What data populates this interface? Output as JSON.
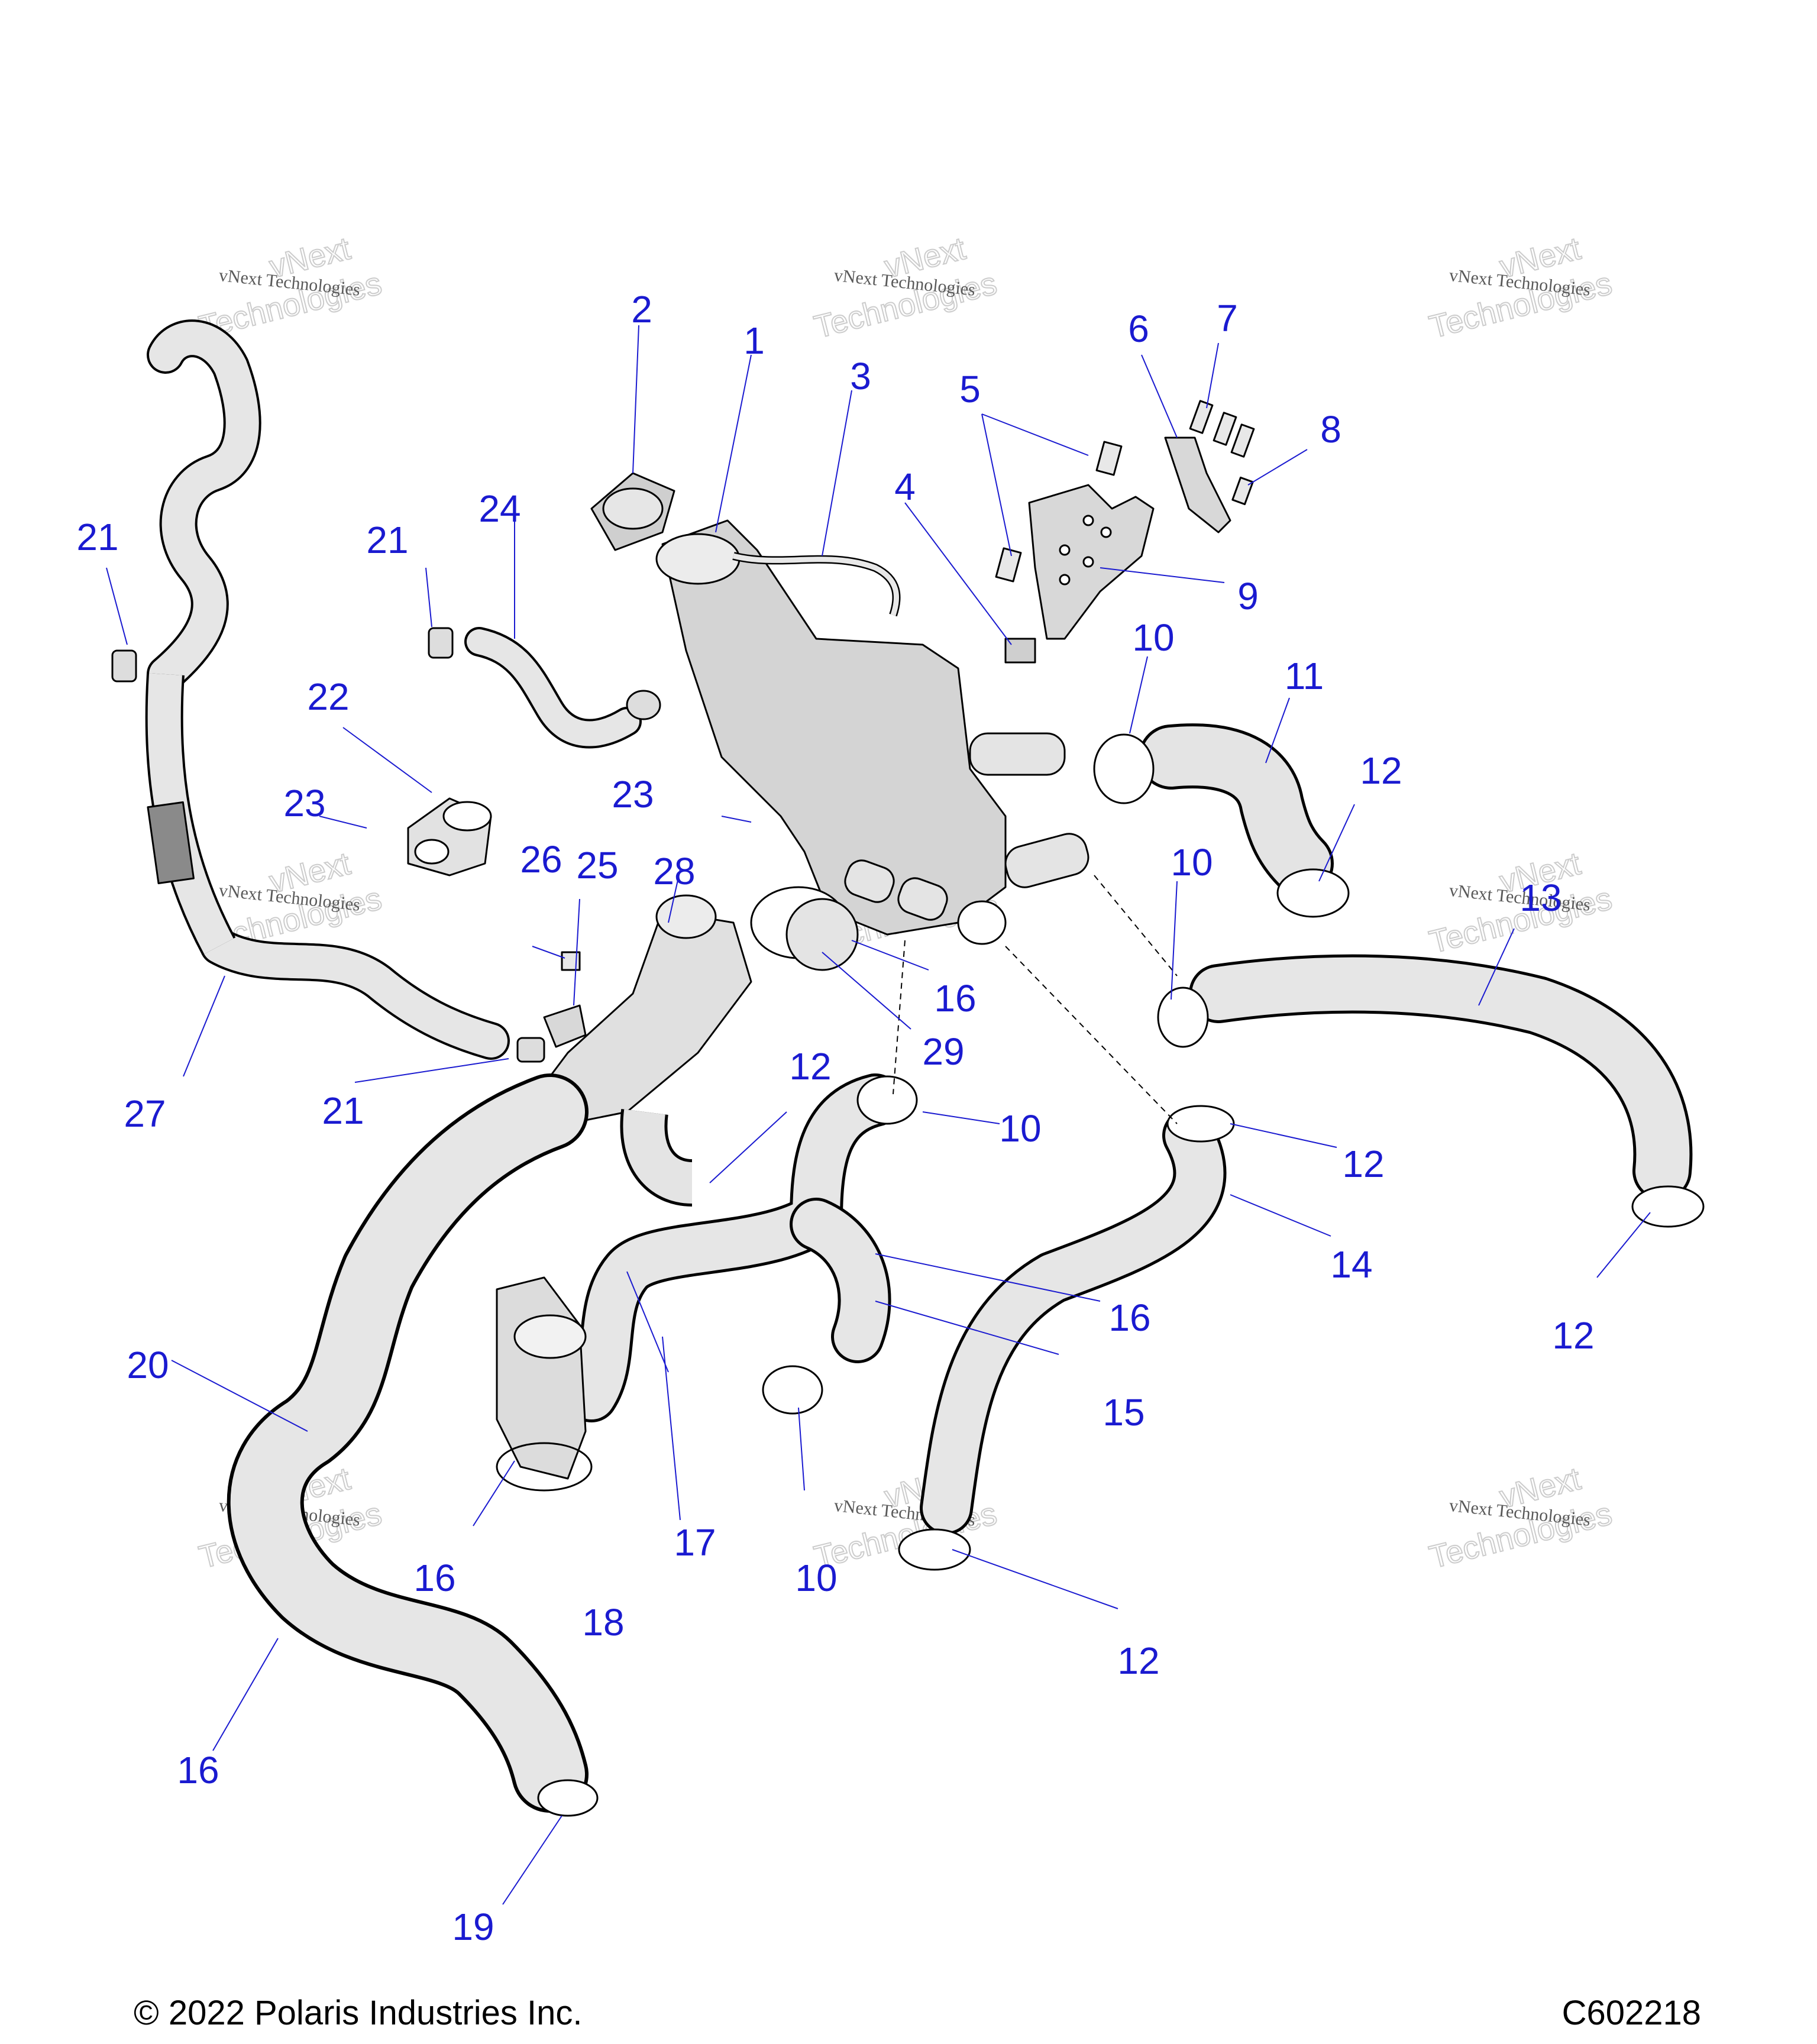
{
  "colors": {
    "callout": "#1a1ad0",
    "part_fill": "#e2e2e2",
    "part_shade": "#b8b8b8",
    "outline": "#000000"
  },
  "callouts": [
    "1",
    "2",
    "3",
    "4",
    "5",
    "6",
    "7",
    "8",
    "9",
    "10",
    "11",
    "12",
    "13",
    "14",
    "15",
    "16",
    "17",
    "18",
    "19",
    "20",
    "21",
    "22",
    "23",
    "24",
    "25",
    "26",
    "27",
    "28",
    "29"
  ],
  "watermark": {
    "line1": "vNext Technologies",
    "line2": "vNext",
    "line3": "Technologies"
  },
  "footer": {
    "copyright": "© 2022 Polaris Industries Inc.",
    "figure_code": "C602218"
  }
}
